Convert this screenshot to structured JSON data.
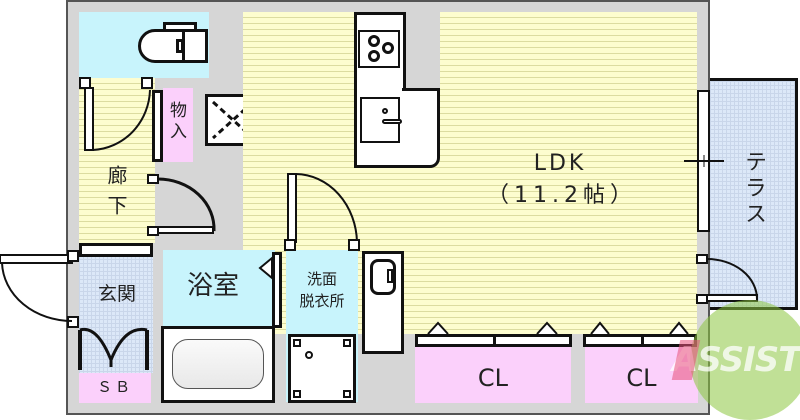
{
  "floorplan": {
    "rooms": {
      "ldk": {
        "name": "LDK",
        "area": "（11.2帖）"
      },
      "terrace": {
        "name": "テラス"
      },
      "hallway": {
        "name": "廊下"
      },
      "entrance": {
        "name": "玄関"
      },
      "bathroom": {
        "name": "浴室"
      },
      "washroom": {
        "name_line1": "洗面",
        "name_line2": "脱衣所"
      },
      "storage": {
        "name": "物入"
      },
      "shoe_box": {
        "name": "ＳＢ"
      },
      "closet_1": {
        "name": "CL"
      },
      "closet_2": {
        "name": "CL"
      }
    },
    "watermark": {
      "text": "ASSIST"
    },
    "colors": {
      "wall": "#d6d6d6",
      "wood_floor": "#fdfdcf",
      "wet_area": "#c8f4fc",
      "tile_floor": "#dce8f8",
      "storage": "#fbd0fb",
      "watermark_green": "#8cc63f",
      "watermark_pink": "#e8507a"
    }
  }
}
